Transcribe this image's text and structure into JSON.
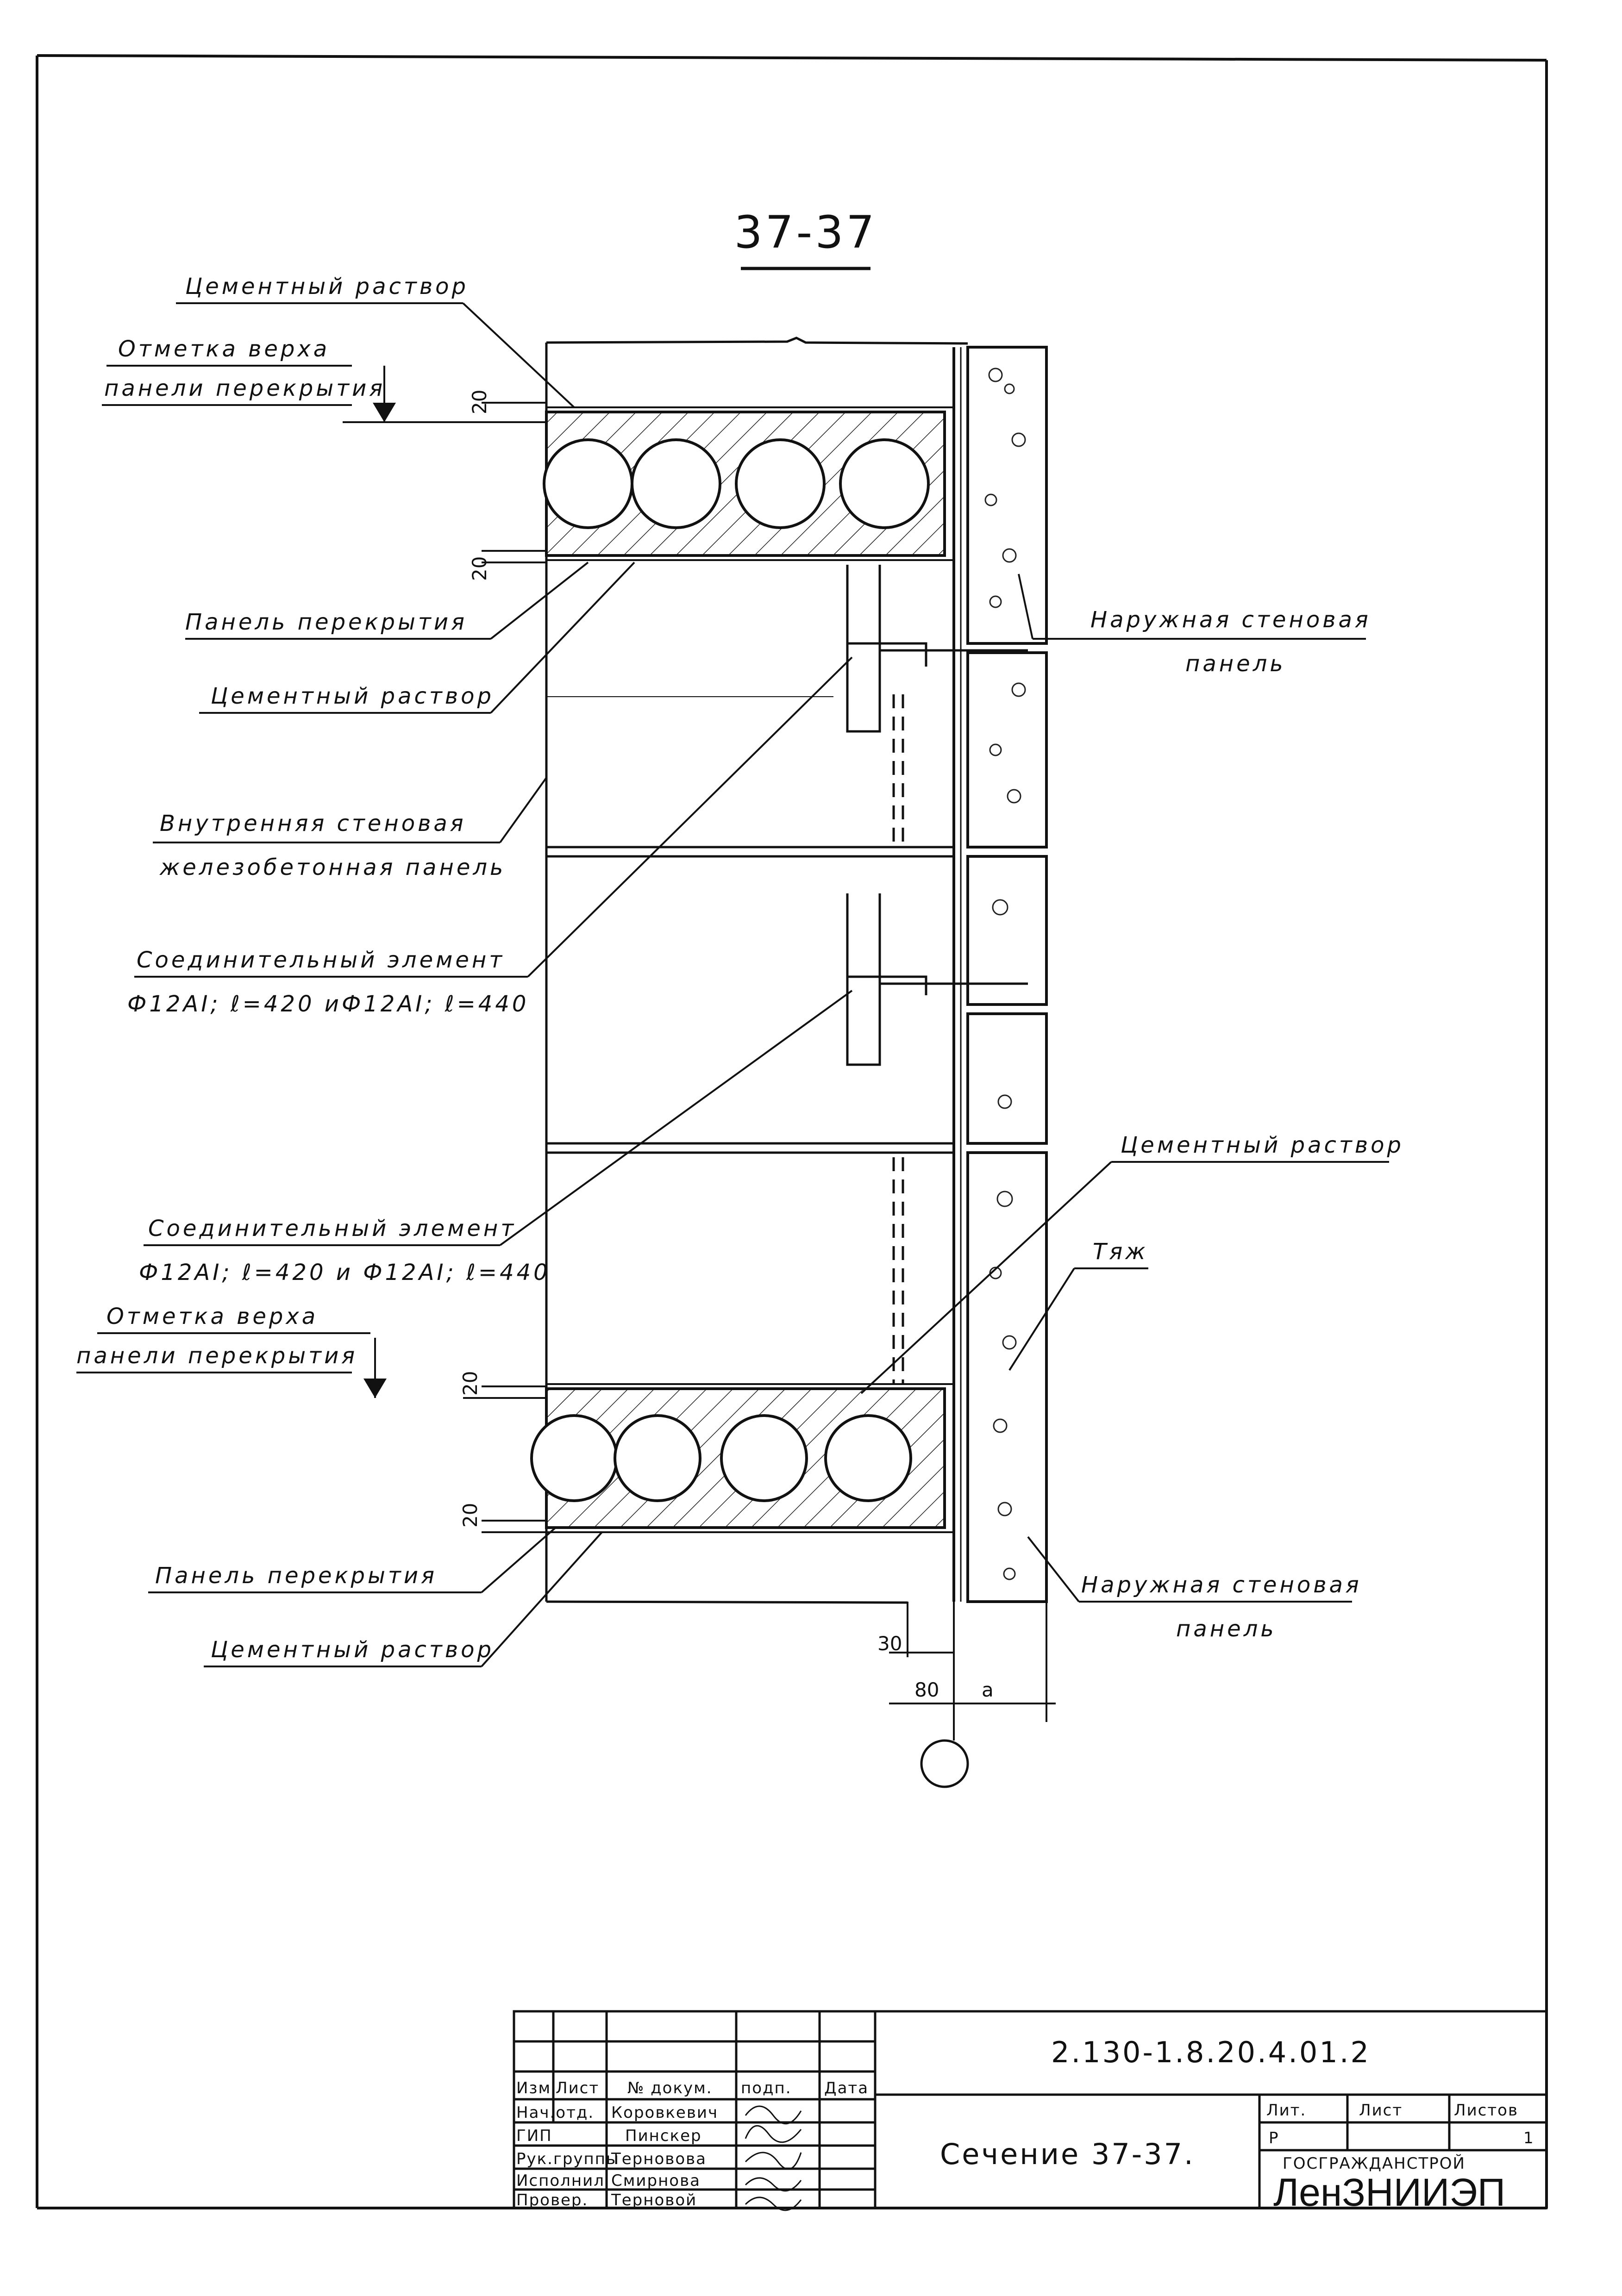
{
  "section_title": "37-37",
  "labels": {
    "cement_mortar_1": "Цементный раствор",
    "top_mark_1a": "Отметка верха",
    "top_mark_1b": "панели перекрытия",
    "floor_panel_1": "Панель перекрытия",
    "cement_mortar_2": "Цементный раствор",
    "inner_panel_a": "Внутренняя стеновая",
    "inner_panel_b": "железобетонная панель",
    "connector_1a": "Соединительный элемент",
    "connector_1b": "Ф12AI; ℓ=420 иФ12AI; ℓ=440",
    "connector_2a": "Соединительный элемент",
    "connector_2b": "Ф12AI; ℓ=420 и Ф12AI; ℓ=440",
    "top_mark_2a": "Отметка верха",
    "top_mark_2b": "панели перекрытия",
    "floor_panel_2": "Панель перекрытия",
    "cement_mortar_3": "Цементный раствор",
    "outer_panel_1a": "Наружная стеновая",
    "outer_panel_1b": "панель",
    "cement_mortar_4": "Цементный раствор",
    "tie": "Тяж",
    "outer_panel_2a": "Наружная стеновая",
    "outer_panel_2b": "панель"
  },
  "dimensions": {
    "d20": "20",
    "d30": "30",
    "d80": "80",
    "da": "a"
  },
  "title_block": {
    "doc_code": "2.130-1.8.20.4.01.2",
    "sheet_title": "Сечение 37-37.",
    "headers": [
      "Изм",
      "Лист",
      "№ докум.",
      "подп.",
      "Дата"
    ],
    "rows": [
      {
        "role": "Нач.отд.",
        "name": "Коровкевич"
      },
      {
        "role": "ГИП",
        "name": "Пинскер"
      },
      {
        "role": "Рук.группы",
        "name": "Терновова"
      },
      {
        "role": "Исполнил",
        "name": "Смирнова"
      },
      {
        "role": "Провер.",
        "name": "Терновой"
      }
    ],
    "lit_header": "Лит.",
    "sheet_header": "Лист",
    "sheets_header": "Листов",
    "lit_value": "Р",
    "sheets_value": "1",
    "org_top": "ГОСГРАЖДАНСТРОЙ",
    "org_name": "ЛенЗНИИЭП"
  }
}
